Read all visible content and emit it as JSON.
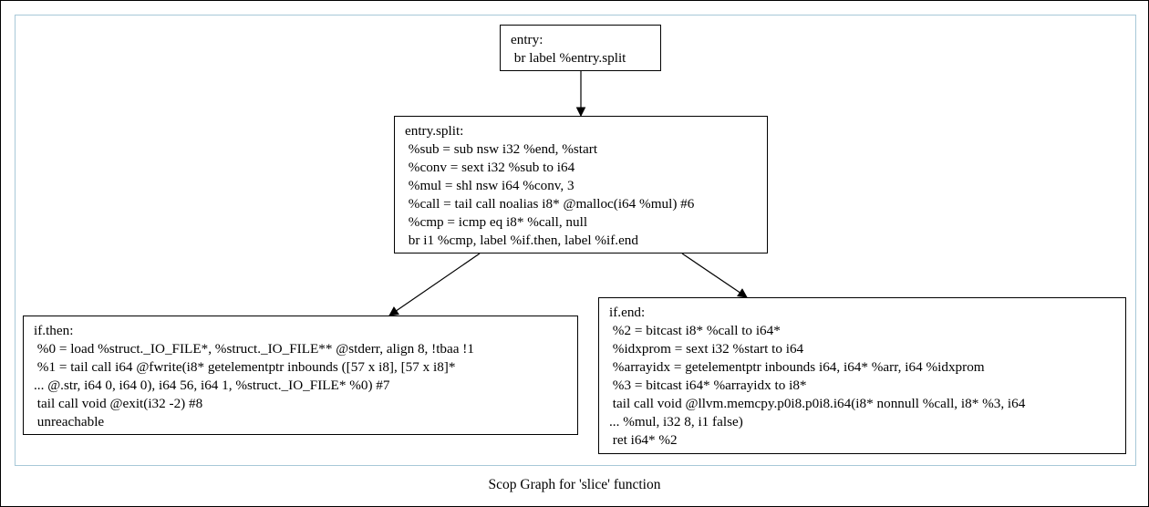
{
  "caption": "Scop Graph for 'slice' function",
  "nodes": {
    "entry": {
      "lines": [
        "entry:",
        " br label %entry.split"
      ]
    },
    "entry_split": {
      "lines": [
        "entry.split:",
        " %sub = sub nsw i32 %end, %start",
        " %conv = sext i32 %sub to i64",
        " %mul = shl nsw i64 %conv, 3",
        " %call = tail call noalias i8* @malloc(i64 %mul) #6",
        " %cmp = icmp eq i8* %call, null",
        " br i1 %cmp, label %if.then, label %if.end"
      ]
    },
    "if_then": {
      "lines": [
        "if.then:",
        " %0 = load %struct._IO_FILE*, %struct._IO_FILE** @stderr, align 8, !tbaa !1",
        " %1 = tail call i64 @fwrite(i8* getelementptr inbounds ([57 x i8], [57 x i8]*",
        "... @.str, i64 0, i64 0), i64 56, i64 1, %struct._IO_FILE* %0) #7",
        " tail call void @exit(i32 -2) #8",
        " unreachable"
      ]
    },
    "if_end": {
      "lines": [
        "if.end:",
        " %2 = bitcast i8* %call to i64*",
        " %idxprom = sext i32 %start to i64",
        " %arrayidx = getelementptr inbounds i64, i64* %arr, i64 %idxprom",
        " %3 = bitcast i64* %arrayidx to i8*",
        " tail call void @llvm.memcpy.p0i8.p0i8.i64(i8* nonnull %call, i8* %3, i64",
        "... %mul, i32 8, i1 false)",
        " ret i64* %2"
      ]
    }
  }
}
